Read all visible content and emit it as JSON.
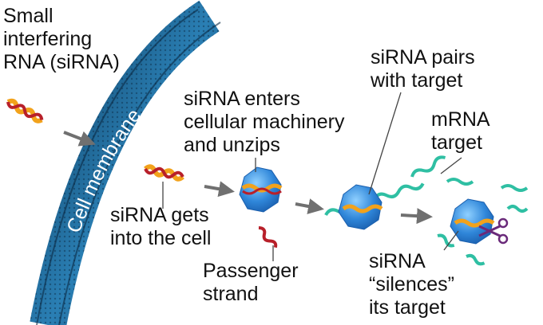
{
  "labels": {
    "small_interfering": [
      "Small",
      "interfering",
      "RNA (siRNA)"
    ],
    "cell_membrane": "Cell membrane",
    "enters": [
      "siRNA enters",
      "cellular machinery",
      "and unzips"
    ],
    "pairs": [
      "siRNA pairs",
      "with target"
    ],
    "mrna_target": [
      "mRNA",
      "target"
    ],
    "gets_into": [
      "siRNA gets",
      "into the cell"
    ],
    "passenger": [
      "Passenger",
      "strand"
    ],
    "silences": [
      "siRNA",
      "“silences”",
      "its target"
    ]
  },
  "colors": {
    "membrane_dark": "#0d3a5c",
    "membrane_light": "#2a7fb4",
    "sirna_orange": "#f2a21b",
    "sirna_red": "#b8202a",
    "mrna_teal": "#2fbfa3",
    "complex_blue": "#2f86d9",
    "arrow_gray": "#707070",
    "scissors": "#6a2a7a"
  },
  "icons": [
    "arrow-right-icon",
    "scissors-icon"
  ]
}
